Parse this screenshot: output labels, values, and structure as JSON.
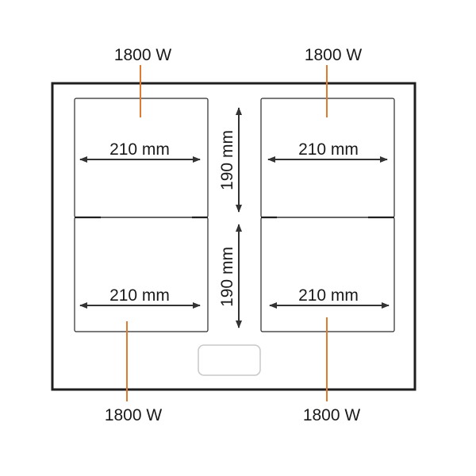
{
  "diagram": {
    "labels": {
      "power_top_left": "1800 W",
      "power_top_right": "1800 W",
      "power_bottom_left": "1800 W",
      "power_bottom_right": "1800 W",
      "width_top_left": "210 mm",
      "width_top_right": "210 mm",
      "width_bottom_left": "210 mm",
      "width_bottom_right": "210 mm",
      "depth_upper": "190 mm",
      "depth_lower": "190 mm"
    },
    "colors": {
      "outline": "#1f1f1f",
      "zone_line": "#2a2a2a",
      "leader": "#e07a2e",
      "arrow": "#333333",
      "control_panel": "#c8c8c8"
    }
  }
}
